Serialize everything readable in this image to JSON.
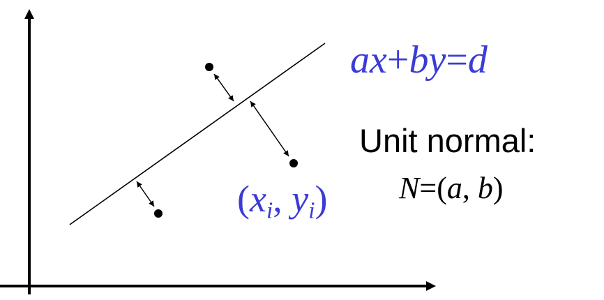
{
  "colors": {
    "axis": "#000000",
    "line": "#000000",
    "point": "#000000",
    "equation": "#3b3bd6",
    "point_label": "#3b3bd6",
    "text": "#000000"
  },
  "equation": {
    "a": "a",
    "x": "x",
    "plus": "+",
    "b": "b",
    "y": "y",
    "equals": "=",
    "d": "d"
  },
  "unit_normal": {
    "title": "Unit normal:",
    "symbol": "N",
    "equals": "=",
    "open": "(",
    "a": "a",
    "comma": ", ",
    "b": "b",
    "close": ")"
  },
  "point_label": {
    "open": "(",
    "x": "x",
    "x_sub": "i",
    "comma": ", ",
    "y": "y",
    "y_sub": "i",
    "close": ")"
  }
}
